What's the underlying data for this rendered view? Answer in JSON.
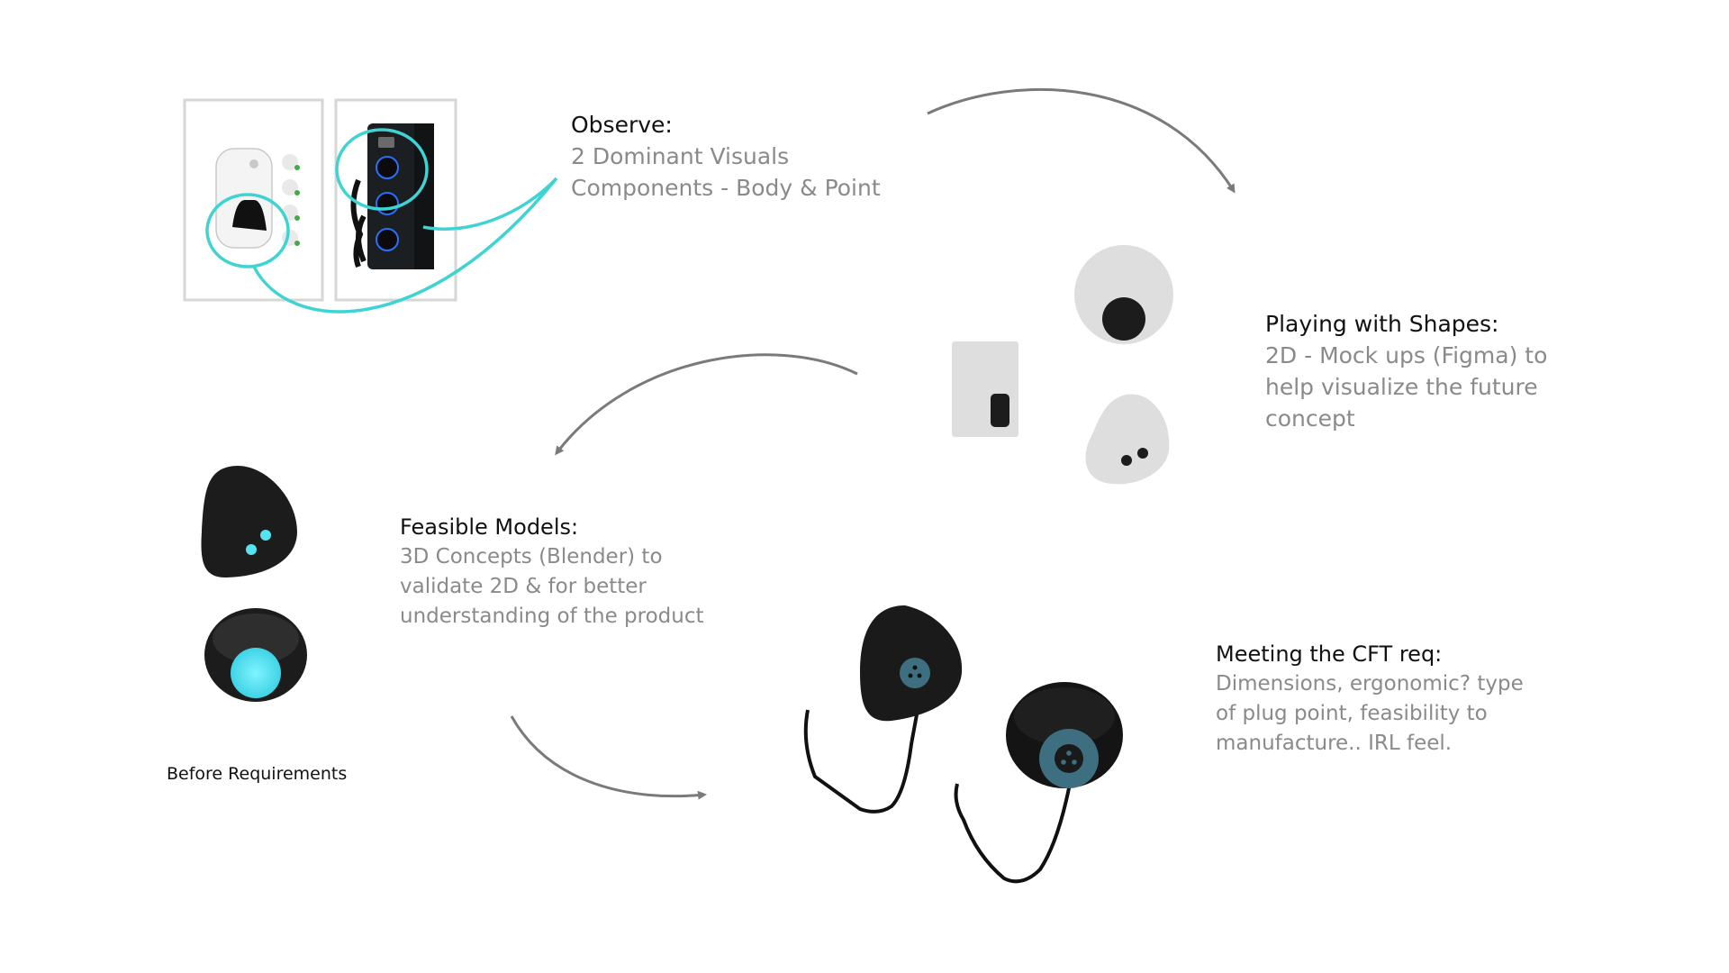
{
  "observe": {
    "heading": "Observe:",
    "lines": [
      "2 Dominant Visuals",
      "Components  -  Body & Point"
    ]
  },
  "shapes": {
    "heading": "Playing with Shapes:",
    "lines": [
      "2D - Mock ups (Figma) to",
      "help visualize the future",
      "concept"
    ]
  },
  "feasible": {
    "heading": "Feasible Models:",
    "lines": [
      "3D Concepts (Blender) to",
      "validate 2D & for better",
      "understanding of the product"
    ]
  },
  "cft": {
    "heading": "Meeting the CFT req:",
    "lines": [
      "Dimensions, ergonomic? type",
      "of plug point, feasibility to",
      "manufacture.. IRL feel."
    ]
  },
  "before_caption": "Before Requirements",
  "colors": {
    "highlight": "#3fd3d3",
    "arrow": "#7a7a7a",
    "mockup_grey": "#dedede",
    "dark": "#1c1c1c",
    "accent_cyan": "#55e3f0",
    "plug_teal": "#3e6f80"
  }
}
